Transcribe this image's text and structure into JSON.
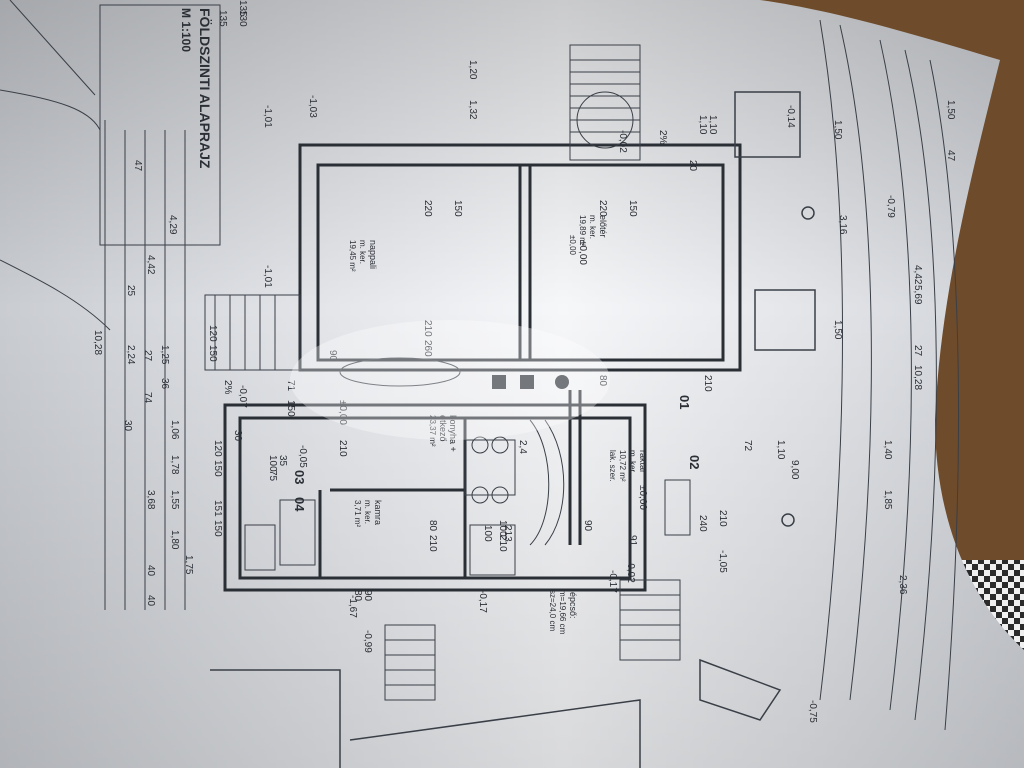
{
  "plan": {
    "title": "FÖLDSZINTI ALAPRAJZ",
    "scale": "M 1:100",
    "rooms": [
      {
        "id": "napp",
        "name": "nappali",
        "unit": "m. ker.",
        "area": "19,45 m²"
      },
      {
        "id": "eloter",
        "name": "előtér",
        "unit": "m. ker.",
        "area": "19,89 m²",
        "level": "±0,00"
      },
      {
        "id": "konyha",
        "name": "konyha +",
        "name2": "étkező",
        "area": "23,37 m²"
      },
      {
        "id": "kamra",
        "name": "kamra",
        "unit": "m. ker.",
        "area": "3,71 m²"
      },
      {
        "id": "raktar",
        "name": "raktár",
        "unit": "m. ker.",
        "area": "10,72 m²",
        "extra": "lak. szer."
      },
      {
        "id": "lepcso",
        "name": "lépcső:",
        "spec1": "m=19,66 cm",
        "spec2": "sz=24,0 cm"
      }
    ],
    "room_codes": [
      "03",
      "04",
      "01",
      "02"
    ],
    "levels": [
      "-1,03",
      "-1,01",
      "-1,01",
      "±0,00",
      "-0,07",
      "±0,00",
      "-0,05",
      "-0,14",
      "-0,79",
      "-0,02",
      "±0,00",
      "-0,17",
      "-0,17",
      "-1,67",
      "-0,99",
      "-0,75",
      "-0,02",
      "-1,05"
    ],
    "dims_left": [
      "130",
      "135",
      "1,20",
      "1,32",
      "47",
      "4,29",
      "4,42",
      "25",
      "27",
      "2,24",
      "10,28",
      "1,25",
      "36",
      "74",
      "30",
      "1,06",
      "1,78",
      "1,55",
      "3,68",
      "1,80",
      "1,75",
      "40",
      "40",
      "120",
      "150",
      "71",
      "150",
      "120",
      "150",
      "151",
      "150"
    ],
    "dims_right": [
      "1,50",
      "1,50",
      "47",
      "3,16",
      "4,42",
      "5,69",
      "27",
      "1,50",
      "10,28",
      "1,40",
      "1,85",
      "9,00",
      "2,36",
      "1,10",
      "72",
      "20",
      "1,10",
      "220",
      "150",
      "220",
      "150",
      "210",
      "260",
      "210",
      "100",
      "213",
      "100",
      "210",
      "80",
      "210",
      "91",
      "90",
      "75"
    ],
    "dims_misc": [
      "2%",
      "2%",
      "135",
      "35",
      "2,4",
      "1,10",
      "30"
    ],
    "numbers_door": [
      "90",
      "80",
      "90",
      "80",
      "240",
      "210",
      "100",
      "210"
    ]
  }
}
